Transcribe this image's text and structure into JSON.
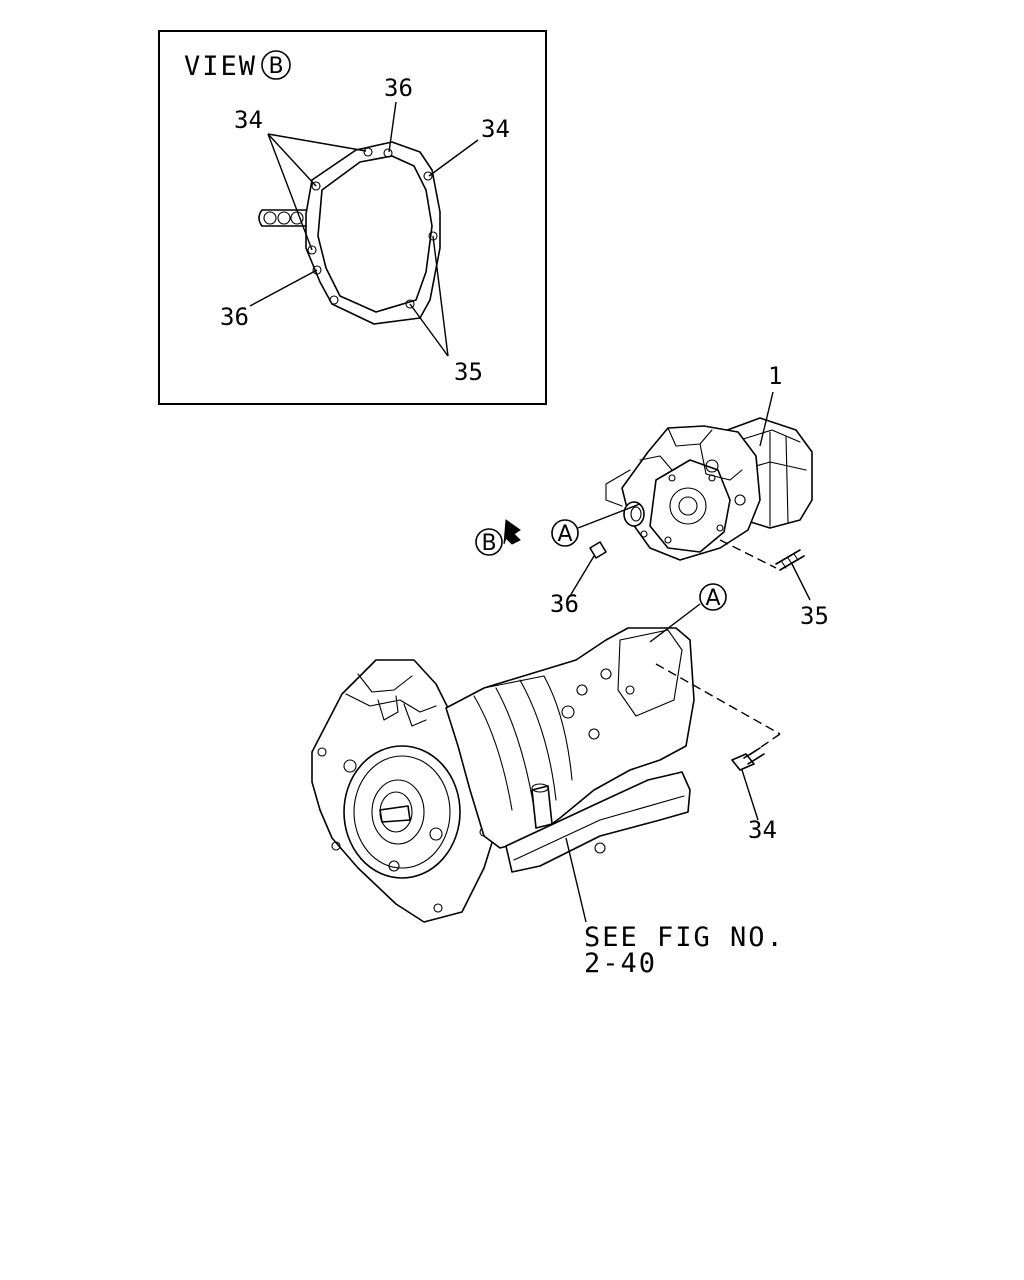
{
  "inset": {
    "view_text": "VIEW",
    "view_marker": "B",
    "callouts": {
      "c36_top": "36",
      "c34_left": "34",
      "c34_right": "34",
      "c36_left": "36",
      "c35": "35"
    }
  },
  "main": {
    "transfer_case_callout": "1",
    "view_arrow_marker": "B",
    "ref_a_upper": "A",
    "ref_a_lower": "A",
    "dowel_callout": "36",
    "stud_callout": "35",
    "bolt_callout": "34",
    "see_fig_line1": "SEE FIG NO.",
    "see_fig_line2": "2-40"
  }
}
